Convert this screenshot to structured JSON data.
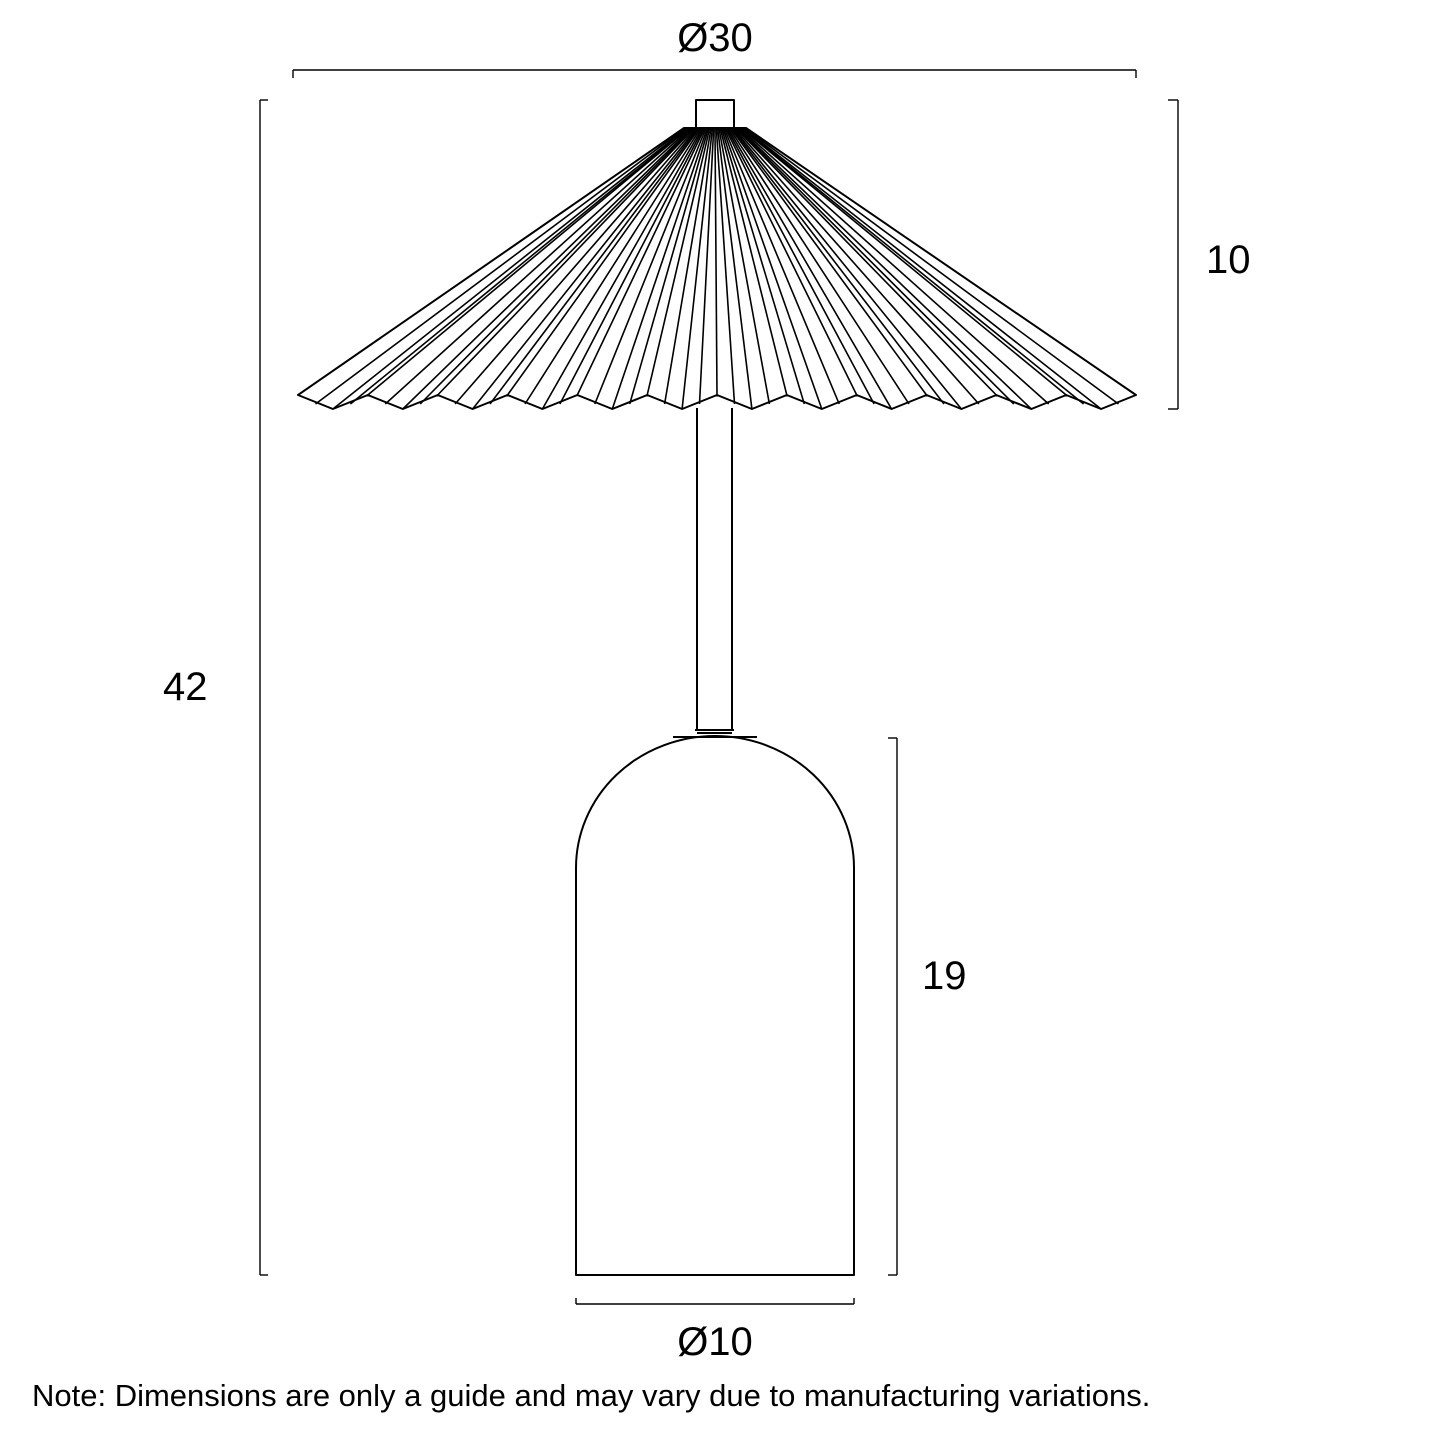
{
  "dimensions": {
    "shade_diameter": "Ø30",
    "shade_height": "10",
    "overall_height": "42",
    "base_height": "19",
    "base_diameter": "Ø10"
  },
  "note": "Note: Dimensions are only a guide and may vary due to manufacturing variations.",
  "colors": {
    "line": "#000000",
    "background": "#ffffff"
  }
}
